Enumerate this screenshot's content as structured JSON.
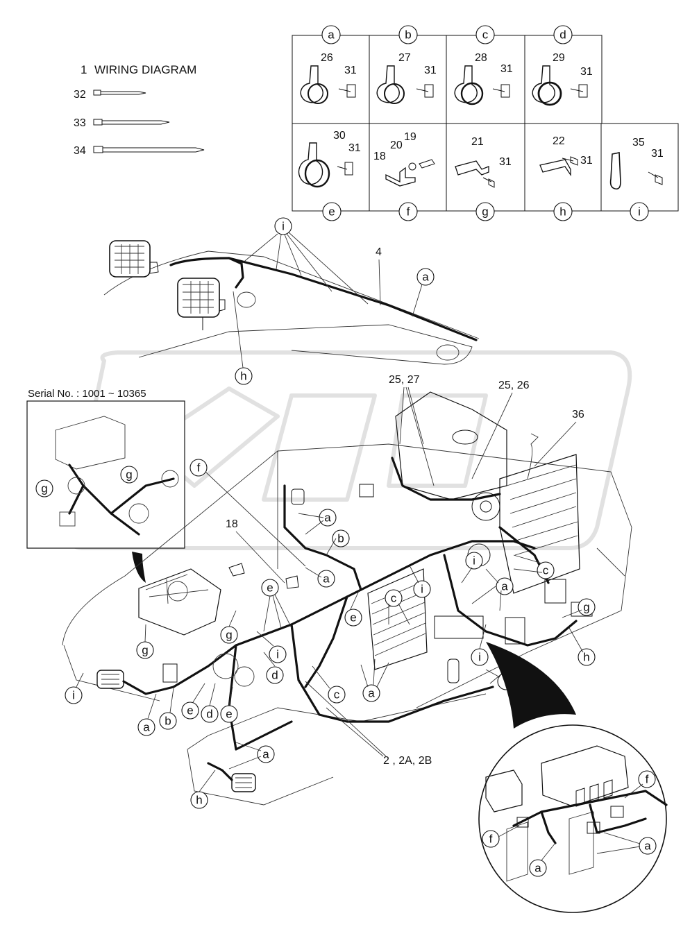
{
  "title": {
    "number": "1",
    "text": "WIRING DIAGRAM"
  },
  "ties": [
    {
      "number": "32"
    },
    {
      "number": "33"
    },
    {
      "number": "34"
    }
  ],
  "clamp_table": {
    "top_row": [
      {
        "key": "a",
        "clamp": "26",
        "bolt": "31"
      },
      {
        "key": "b",
        "clamp": "27",
        "bolt": "31"
      },
      {
        "key": "c",
        "clamp": "28",
        "bolt": "31"
      },
      {
        "key": "d",
        "clamp": "29",
        "bolt": "31"
      }
    ],
    "bottom_row": [
      {
        "key": "e",
        "parts": [
          "30",
          "31"
        ]
      },
      {
        "key": "f",
        "parts": [
          "18",
          "20",
          "19"
        ]
      },
      {
        "key": "g",
        "parts": [
          "21",
          "31"
        ]
      },
      {
        "key": "h",
        "parts": [
          "22",
          "31"
        ]
      },
      {
        "key": "i",
        "parts": [
          "35",
          "31"
        ]
      }
    ]
  },
  "inset": {
    "serial": "Serial No. : 1001 ~ 10365"
  },
  "labels": {
    "boom_harness": "4",
    "boom_clamp": "i",
    "boom_a": "a",
    "boom_h": "h",
    "engine_left": "25, 27",
    "engine_right": "25, 26",
    "engine_36": "36",
    "part_18": "18",
    "part_f": "f",
    "main_harness": "2 , 2A, 2B"
  },
  "callouts": [
    "a",
    "a",
    "a",
    "a",
    "a",
    "a",
    "a",
    "a",
    "a",
    "a",
    "b",
    "b",
    "c",
    "c",
    "c",
    "c",
    "d",
    "d",
    "e",
    "e",
    "e",
    "e",
    "f",
    "f",
    "g",
    "g",
    "g",
    "g",
    "h",
    "h",
    "i",
    "i",
    "i",
    "i",
    "i",
    "i",
    "a",
    "a",
    "f",
    "f"
  ]
}
